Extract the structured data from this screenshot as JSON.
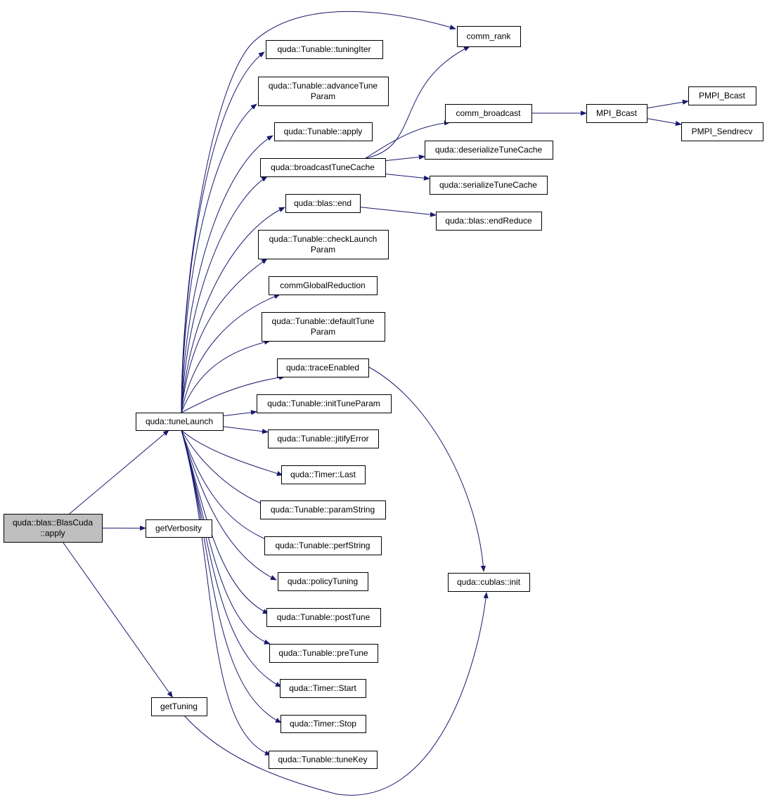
{
  "colors": {
    "edge": "#191970",
    "node_border": "#000000",
    "node_fill": "#ffffff",
    "root_fill": "#bfbfbf"
  },
  "nodes": [
    {
      "id": "root",
      "lines": [
        "quda::blas::BlasCuda",
        "::apply"
      ],
      "root": true
    },
    {
      "id": "tuneLaunch",
      "lines": [
        "quda::tuneLaunch"
      ]
    },
    {
      "id": "getVerbosity",
      "lines": [
        "getVerbosity"
      ]
    },
    {
      "id": "getTuning",
      "lines": [
        "getTuning"
      ]
    },
    {
      "id": "comm_rank",
      "lines": [
        "comm_rank"
      ]
    },
    {
      "id": "tuningIter",
      "lines": [
        "quda::Tunable::tuningIter"
      ]
    },
    {
      "id": "advanceTuneParam",
      "lines": [
        "quda::Tunable::advanceTune",
        "Param"
      ]
    },
    {
      "id": "tunableApply",
      "lines": [
        "quda::Tunable::apply"
      ]
    },
    {
      "id": "broadcastTuneCache",
      "lines": [
        "quda::broadcastTuneCache"
      ]
    },
    {
      "id": "blasEnd",
      "lines": [
        "quda::blas::end"
      ]
    },
    {
      "id": "checkLaunchParam",
      "lines": [
        "quda::Tunable::checkLaunch",
        "Param"
      ]
    },
    {
      "id": "commGlobalReduction",
      "lines": [
        "commGlobalReduction"
      ]
    },
    {
      "id": "defaultTuneParam",
      "lines": [
        "quda::Tunable::defaultTune",
        "Param"
      ]
    },
    {
      "id": "traceEnabled",
      "lines": [
        "quda::traceEnabled"
      ]
    },
    {
      "id": "initTuneParam",
      "lines": [
        "quda::Tunable::initTuneParam"
      ]
    },
    {
      "id": "jitifyError",
      "lines": [
        "quda::Tunable::jitifyError"
      ]
    },
    {
      "id": "timerLast",
      "lines": [
        "quda::Timer::Last"
      ]
    },
    {
      "id": "paramString",
      "lines": [
        "quda::Tunable::paramString"
      ]
    },
    {
      "id": "perfString",
      "lines": [
        "quda::Tunable::perfString"
      ]
    },
    {
      "id": "policyTuning",
      "lines": [
        "quda::policyTuning"
      ]
    },
    {
      "id": "postTune",
      "lines": [
        "quda::Tunable::postTune"
      ]
    },
    {
      "id": "preTune",
      "lines": [
        "quda::Tunable::preTune"
      ]
    },
    {
      "id": "timerStart",
      "lines": [
        "quda::Timer::Start"
      ]
    },
    {
      "id": "timerStop",
      "lines": [
        "quda::Timer::Stop"
      ]
    },
    {
      "id": "tuneKey",
      "lines": [
        "quda::Tunable::tuneKey"
      ]
    },
    {
      "id": "comm_broadcast",
      "lines": [
        "comm_broadcast"
      ]
    },
    {
      "id": "deserializeTuneCache",
      "lines": [
        "quda::deserializeTuneCache"
      ]
    },
    {
      "id": "serializeTuneCache",
      "lines": [
        "quda::serializeTuneCache"
      ]
    },
    {
      "id": "endReduce",
      "lines": [
        "quda::blas::endReduce"
      ]
    },
    {
      "id": "cublasInit",
      "lines": [
        "quda::cublas::init"
      ]
    },
    {
      "id": "MPI_Bcast",
      "lines": [
        "MPI_Bcast"
      ]
    },
    {
      "id": "PMPI_Bcast",
      "lines": [
        "PMPI_Bcast"
      ]
    },
    {
      "id": "PMPI_Sendrecv",
      "lines": [
        "PMPI_Sendrecv"
      ]
    }
  ],
  "edges": [
    [
      "root",
      "tuneLaunch"
    ],
    [
      "root",
      "getVerbosity"
    ],
    [
      "root",
      "getTuning"
    ],
    [
      "tuneLaunch",
      "comm_rank"
    ],
    [
      "tuneLaunch",
      "tuningIter"
    ],
    [
      "tuneLaunch",
      "advanceTuneParam"
    ],
    [
      "tuneLaunch",
      "tunableApply"
    ],
    [
      "tuneLaunch",
      "broadcastTuneCache"
    ],
    [
      "tuneLaunch",
      "blasEnd"
    ],
    [
      "tuneLaunch",
      "checkLaunchParam"
    ],
    [
      "tuneLaunch",
      "commGlobalReduction"
    ],
    [
      "tuneLaunch",
      "defaultTuneParam"
    ],
    [
      "tuneLaunch",
      "traceEnabled"
    ],
    [
      "tuneLaunch",
      "initTuneParam"
    ],
    [
      "tuneLaunch",
      "jitifyError"
    ],
    [
      "tuneLaunch",
      "timerLast"
    ],
    [
      "tuneLaunch",
      "paramString"
    ],
    [
      "tuneLaunch",
      "perfString"
    ],
    [
      "tuneLaunch",
      "policyTuning"
    ],
    [
      "tuneLaunch",
      "postTune"
    ],
    [
      "tuneLaunch",
      "preTune"
    ],
    [
      "tuneLaunch",
      "timerStart"
    ],
    [
      "tuneLaunch",
      "timerStop"
    ],
    [
      "tuneLaunch",
      "tuneKey"
    ],
    [
      "broadcastTuneCache",
      "comm_rank"
    ],
    [
      "broadcastTuneCache",
      "comm_broadcast"
    ],
    [
      "broadcastTuneCache",
      "deserializeTuneCache"
    ],
    [
      "broadcastTuneCache",
      "serializeTuneCache"
    ],
    [
      "blasEnd",
      "endReduce"
    ],
    [
      "traceEnabled",
      "cublasInit"
    ],
    [
      "getTuning",
      "cublasInit"
    ],
    [
      "comm_broadcast",
      "MPI_Bcast"
    ],
    [
      "MPI_Bcast",
      "PMPI_Bcast"
    ],
    [
      "MPI_Bcast",
      "PMPI_Sendrecv"
    ]
  ]
}
